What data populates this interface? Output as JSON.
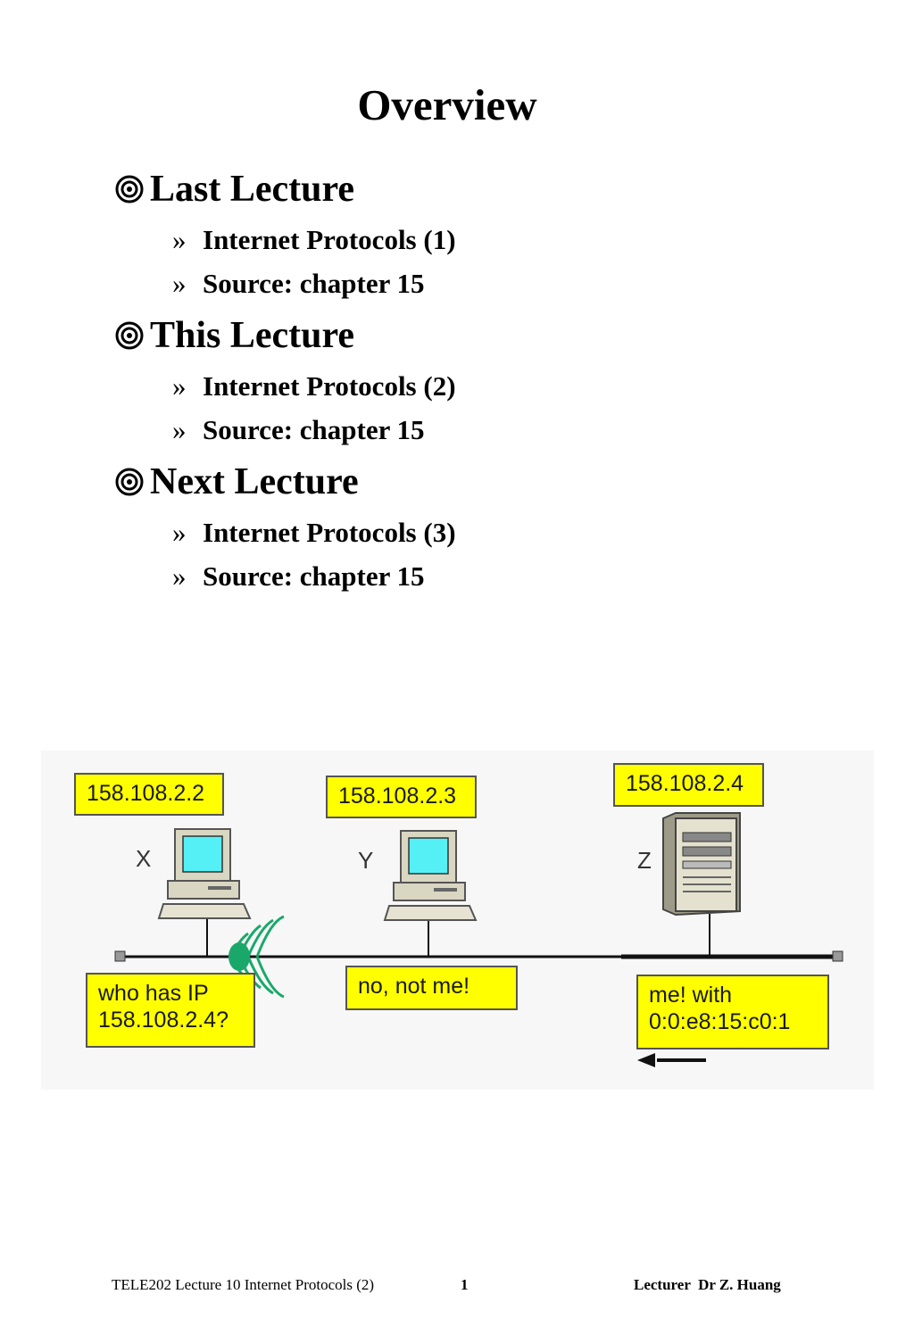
{
  "title": "Overview",
  "sections": [
    {
      "heading": "Last Lecture",
      "items": [
        "Internet Protocols (1)",
        "Source: chapter 15"
      ]
    },
    {
      "heading": "This Lecture",
      "items": [
        "Internet Protocols (2)",
        "Source: chapter 15"
      ]
    },
    {
      "heading": "Next Lecture",
      "items": [
        "Internet Protocols (3)",
        "Source: chapter 15"
      ]
    }
  ],
  "bullet_glyph": "»",
  "section_icon": "target-icon",
  "diagram": {
    "hosts": [
      {
        "label": "X",
        "ip": "158.108.2.2",
        "type": "desktop-computer-icon"
      },
      {
        "label": "Y",
        "ip": "158.108.2.3",
        "type": "desktop-computer-icon"
      },
      {
        "label": "Z",
        "ip": "158.108.2.4",
        "type": "server-icon"
      }
    ],
    "messages": {
      "x": [
        "who has IP",
        "158.108.2.4?"
      ],
      "y": [
        "no, not me!"
      ],
      "z": [
        "me! with",
        "0:0:e8:15:c0:1"
      ]
    },
    "colors": {
      "box": "#ffff00",
      "signal": "#1aa86a",
      "screen": "#55f0f5"
    }
  },
  "footer": {
    "left": "TELE202 Lecture 10 Internet Protocols (2)",
    "page": "1",
    "right": "Lecturer  Dr Z. Huang"
  }
}
